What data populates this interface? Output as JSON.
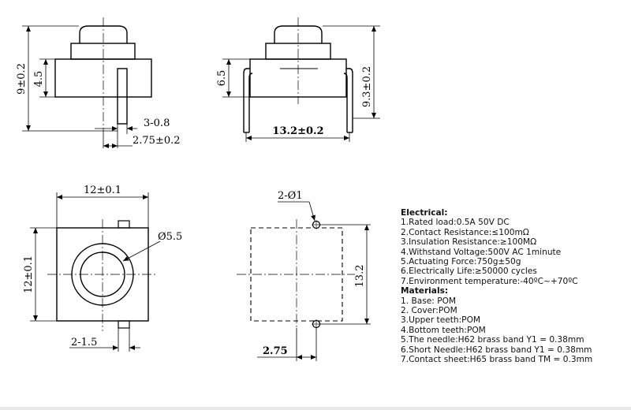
{
  "drawing": {
    "side_view_1": {
      "dim_total_height": "9±0.2",
      "dim_body_height": "4.5",
      "dim_pin": "3-0.8",
      "dim_pin_offset": "2.75±0.2"
    },
    "side_view_2": {
      "dim_body_height": "6.5",
      "dim_total_height": "9.3±0.2",
      "dim_pin_span": "13.2±0.2"
    },
    "top_view": {
      "dim_width": "12±0.1",
      "dim_height": "12±0.1",
      "dim_button_dia": "Ø5.5",
      "dim_pin_width": "2-1.5"
    },
    "footprint_view": {
      "dim_holes": "2-Ø1",
      "dim_hole_span": "13.2",
      "dim_hole_offset": "2.75"
    }
  },
  "specs": {
    "electrical_title": "Electrical:",
    "electrical": [
      "1.Rated load:0.5A 50V DC",
      "2.Contact Resistance:≤100mΩ",
      "3.Insulation Resistance:≥100MΩ",
      "4.Withstand Voltage:500V AC 1minute",
      "5.Actuating Force:750g±50g",
      "6.Electrically Life:≥50000 cycles",
      "7.Environment temperature:-40ºC~+70ºC"
    ],
    "materials_title": "Materials:",
    "materials": [
      "1. Base: POM",
      "2. Cover:POM",
      "3.Upper teeth:POM",
      "4.Bottom teeth:POM",
      "5.The needle:H62 brass band Y1 = 0.38mm",
      "6.Short Needle:H62 brass band Y1 = 0.38mm",
      "7.Contact sheet:H65 brass band TM = 0.3mm"
    ]
  }
}
